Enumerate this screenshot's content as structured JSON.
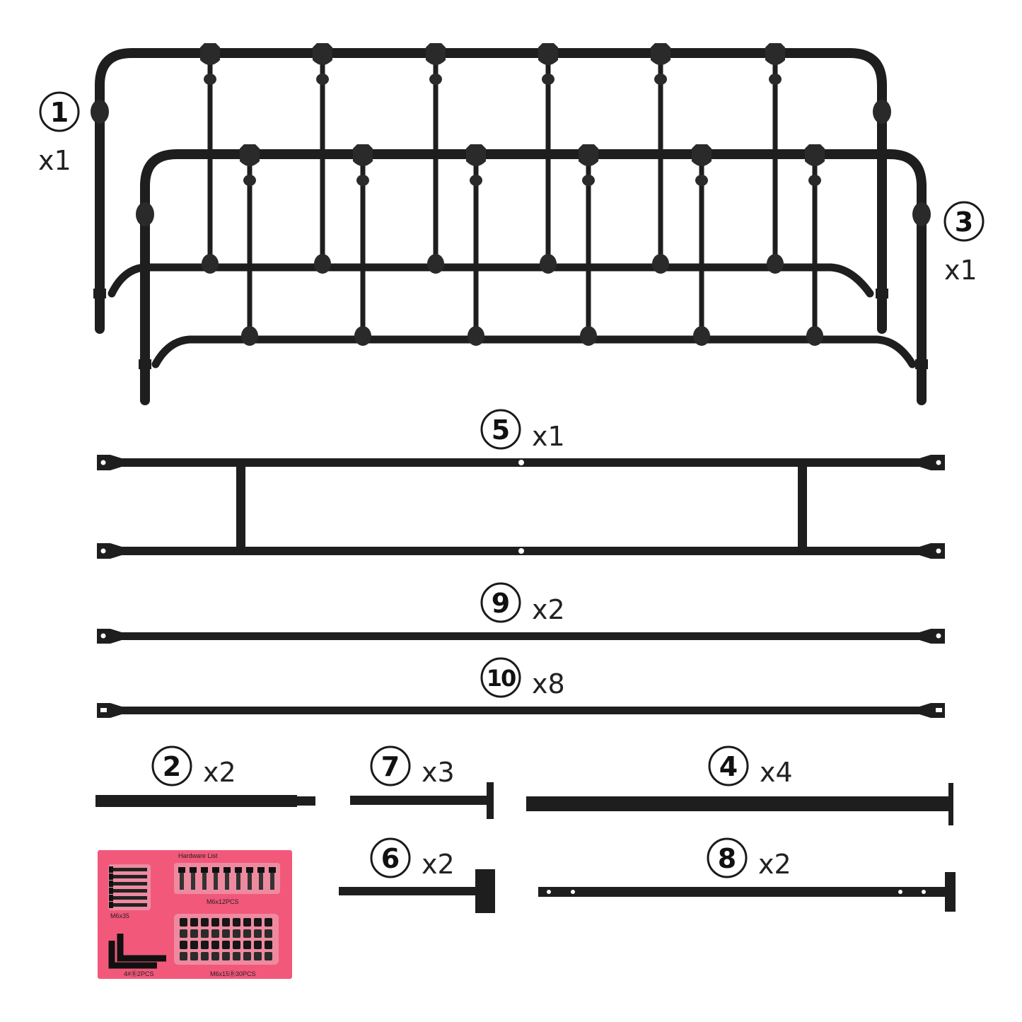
{
  "parts": [
    {
      "id": "part-1",
      "number": "1",
      "qty": "x1"
    },
    {
      "id": "part-3",
      "number": "3",
      "qty": "x1"
    },
    {
      "id": "part-5",
      "number": "5",
      "qty": "x1"
    },
    {
      "id": "part-9",
      "number": "9",
      "qty": "x2"
    },
    {
      "id": "part-10",
      "number": "10",
      "qty": "x8"
    },
    {
      "id": "part-2",
      "number": "2",
      "qty": "x2"
    },
    {
      "id": "part-7",
      "number": "7",
      "qty": "x3"
    },
    {
      "id": "part-4",
      "number": "4",
      "qty": "x4"
    },
    {
      "id": "part-6",
      "number": "6",
      "qty": "x2"
    },
    {
      "id": "part-8",
      "number": "8",
      "qty": "x2"
    }
  ],
  "hardware": {
    "title": "Hardware List",
    "labels": [
      "M6x35",
      "M6x12PCS",
      "4#Ⓑ2PCS",
      "M6x15Ⓑ30PCS"
    ],
    "background": "#f2587a"
  },
  "colors": {
    "metal": "#1e1e1e",
    "background": "#ffffff"
  }
}
